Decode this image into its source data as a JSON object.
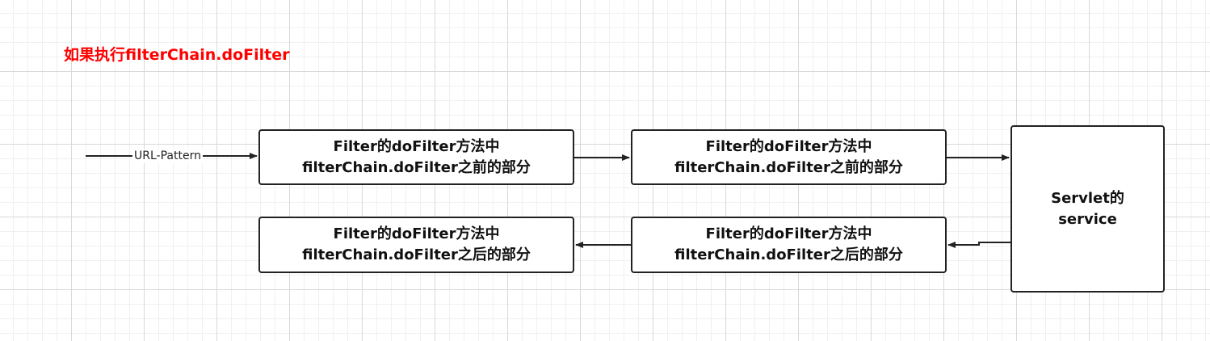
{
  "title": "如果执行filterChain.doFilter",
  "entry": {
    "label": "URL-Pattern"
  },
  "boxes": {
    "filter1_before": {
      "line1": "Filter的doFilter方法中",
      "line2": "filterChain.doFilter之前的部分"
    },
    "filter2_before": {
      "line1": "Filter的doFilter方法中",
      "line2": "filterChain.doFilter之前的部分"
    },
    "filter1_after": {
      "line1": "Filter的doFilter方法中",
      "line2": "filterChain.doFilter之后的部分"
    },
    "filter2_after": {
      "line1": "Filter的doFilter方法中",
      "line2": "filterChain.doFilter之后的部分"
    },
    "servlet": {
      "line1": "Servlet的",
      "line2": "service"
    }
  },
  "colors": {
    "title": "#ff0000",
    "stroke": "#222222",
    "grid": "#d9d9d9"
  }
}
